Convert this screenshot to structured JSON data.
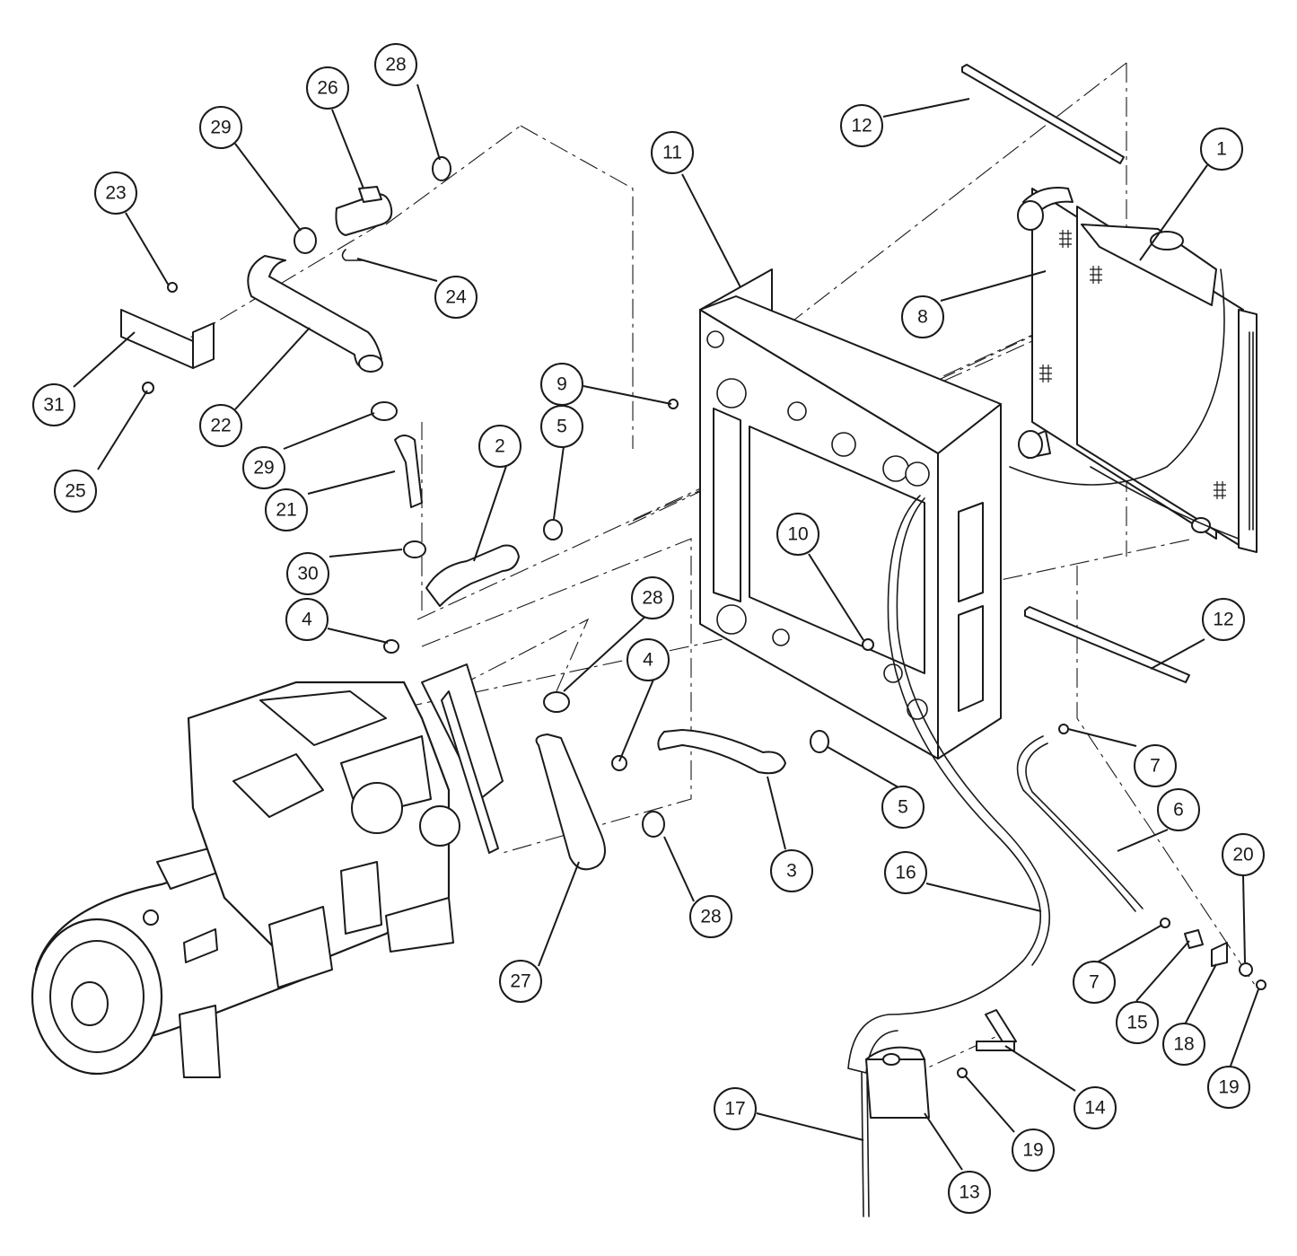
{
  "callouts": [
    "1",
    "2",
    "3",
    "4",
    "4",
    "5",
    "5",
    "6",
    "7",
    "7",
    "8",
    "9",
    "10",
    "11",
    "12",
    "12",
    "13",
    "14",
    "15",
    "16",
    "17",
    "18",
    "19",
    "19",
    "20",
    "21",
    "22",
    "23",
    "24",
    "25",
    "26",
    "27",
    "28",
    "28",
    "28",
    "29",
    "29",
    "30",
    "31"
  ]
}
